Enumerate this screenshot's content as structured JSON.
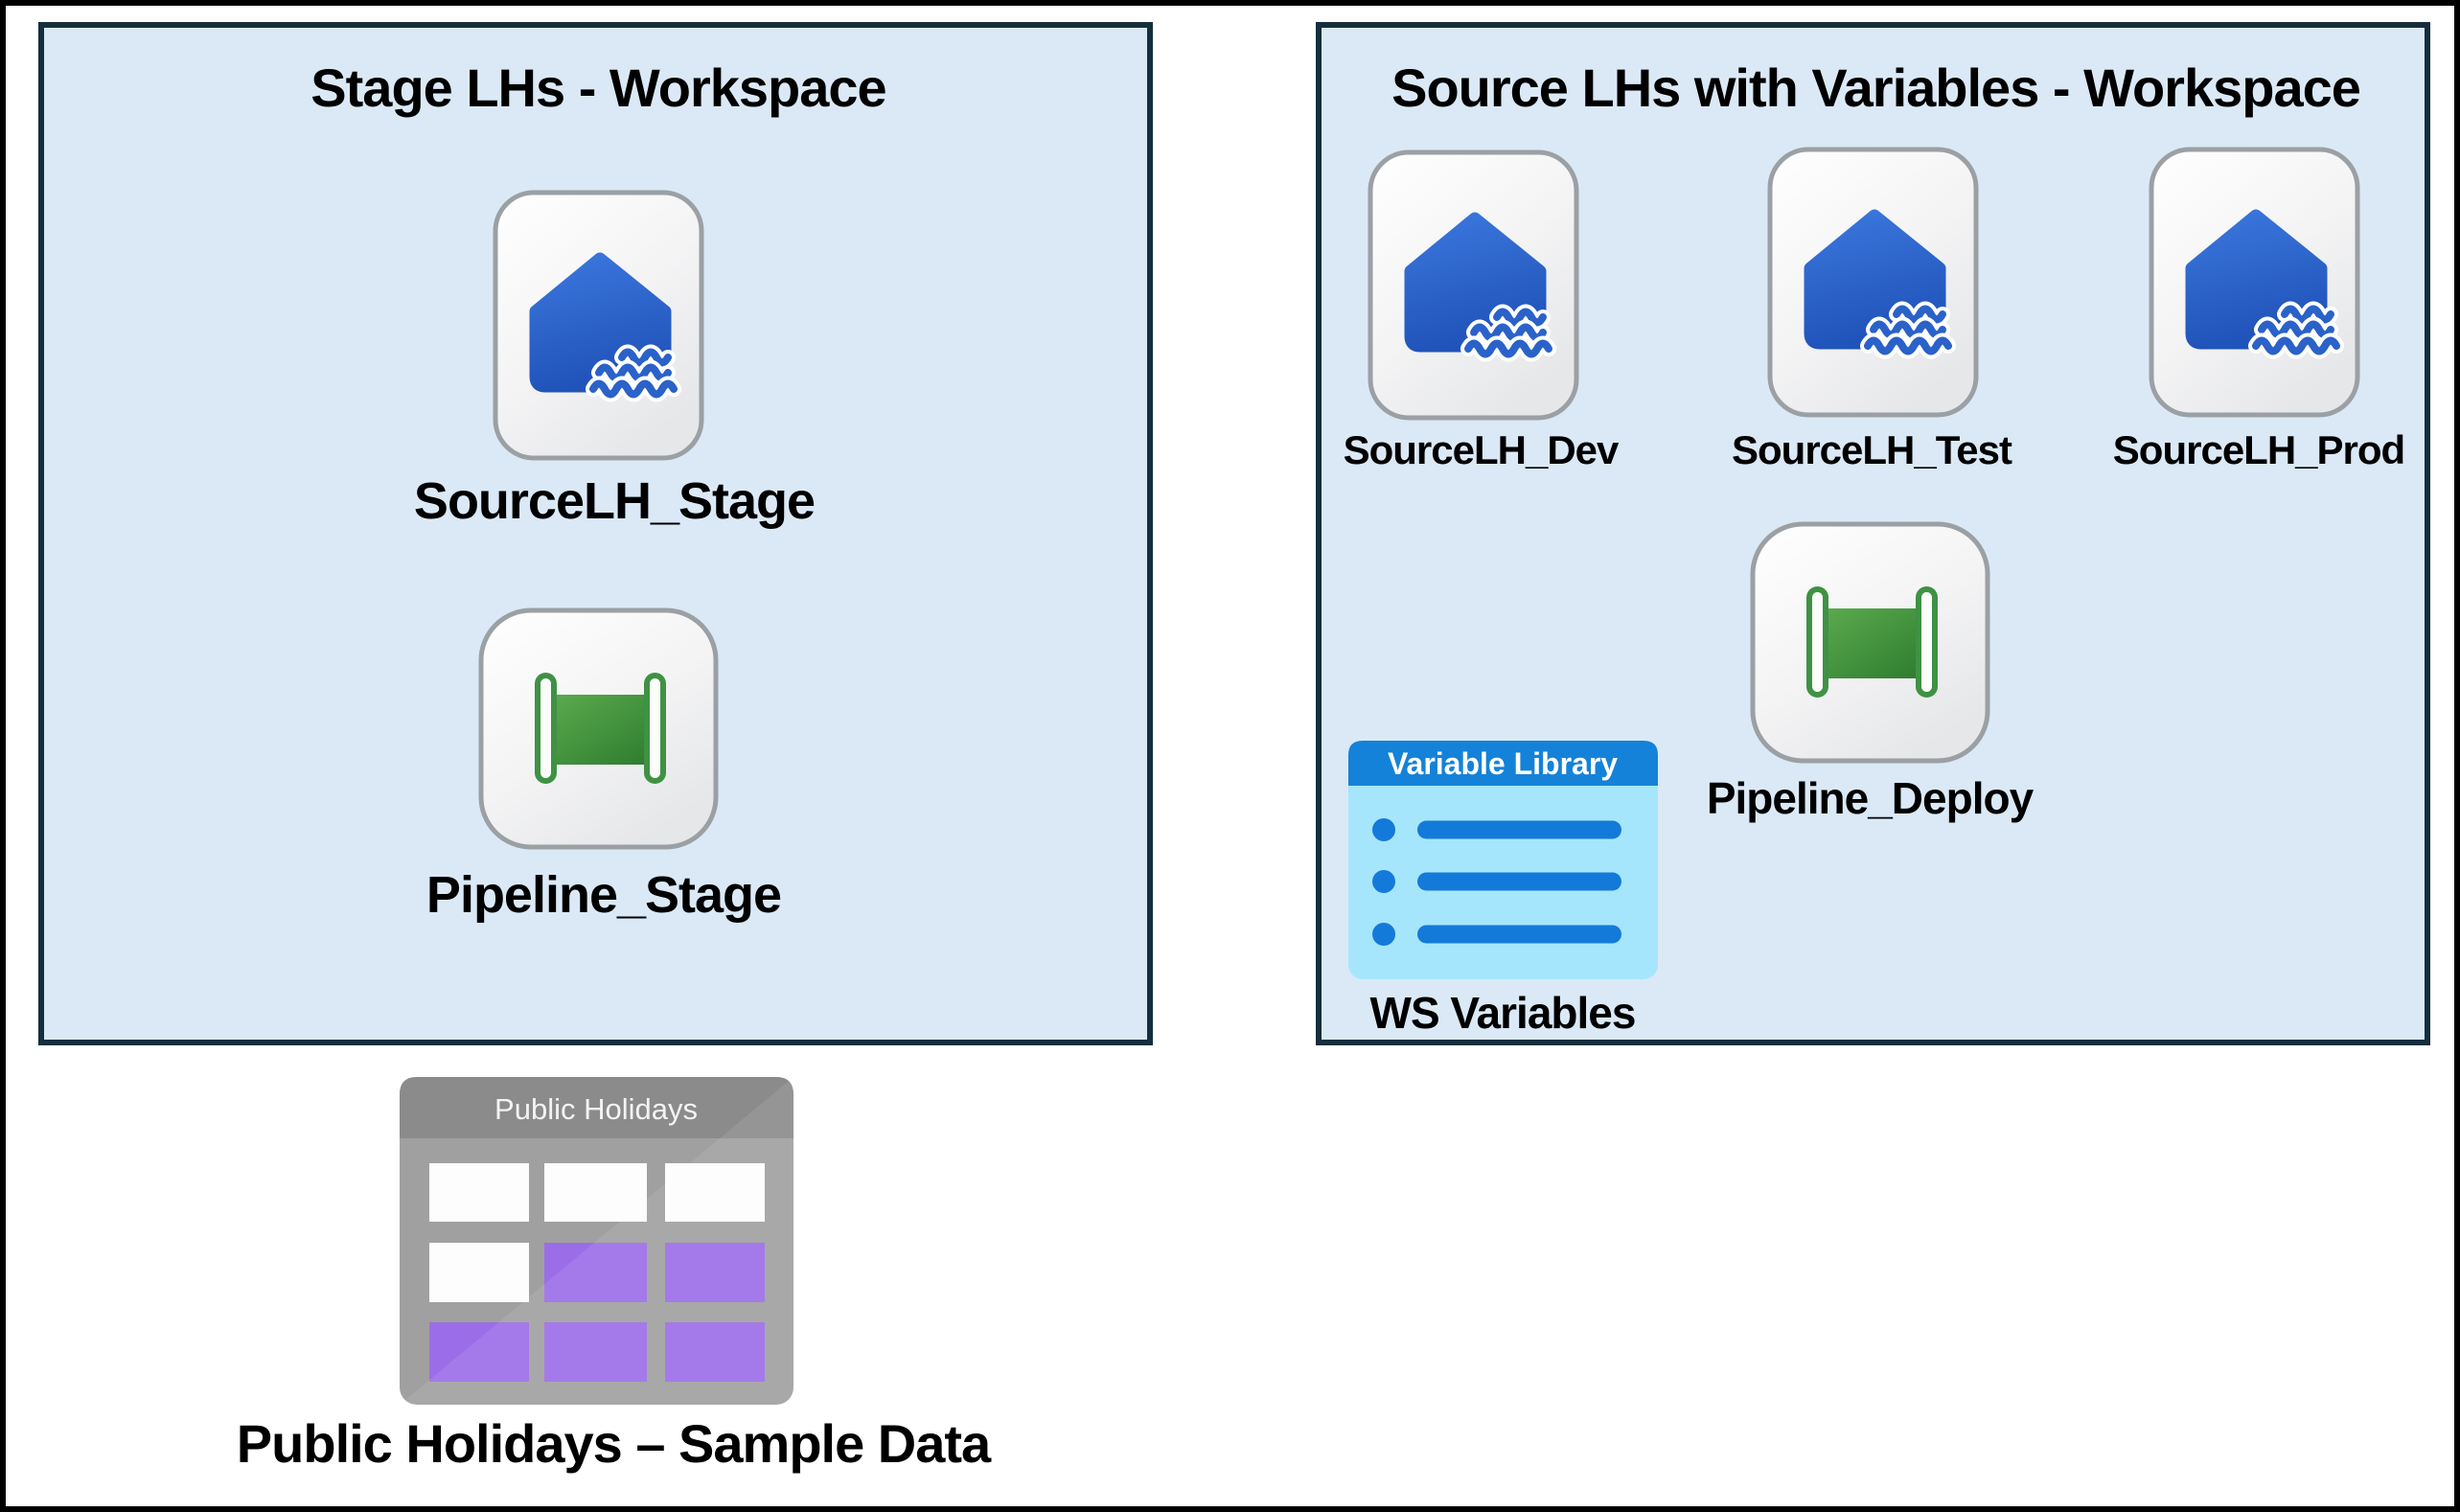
{
  "left_box": {
    "title": "Stage LHs - Workspace",
    "items": [
      {
        "type": "lakehouse",
        "label": "SourceLH_Stage"
      },
      {
        "type": "pipeline",
        "label": "Pipeline_Stage"
      }
    ]
  },
  "right_box": {
    "title": "Source LHs with Variables - Workspace",
    "items": [
      {
        "type": "lakehouse",
        "label": "SourceLH_Dev"
      },
      {
        "type": "lakehouse",
        "label": "SourceLH_Test"
      },
      {
        "type": "lakehouse",
        "label": "SourceLH_Prod"
      },
      {
        "type": "pipeline",
        "label": "Pipeline_Deploy"
      },
      {
        "type": "variable-library",
        "label": "WS Variables"
      }
    ],
    "variable_library": {
      "header": "Variable Library",
      "rows": 3
    }
  },
  "sample_data": {
    "icon_header": "Public Holidays",
    "label": "Public Holidays – Sample Data",
    "grid": [
      [
        "white",
        "white",
        "white"
      ],
      [
        "white",
        "purple",
        "purple"
      ],
      [
        "purple",
        "purple",
        "purple"
      ]
    ]
  },
  "colors": {
    "workspace_fill": "#dbe9f6",
    "workspace_border": "#142e3d",
    "lakehouse_blue": "#2a62c9",
    "pipeline_green": "#3f9244",
    "variable_library_blue": "#1482d8",
    "variable_library_body": "#a6e6fc",
    "table_purple": "#9c6de8",
    "table_gray": "#a0a0a0",
    "frame": "#000000"
  }
}
